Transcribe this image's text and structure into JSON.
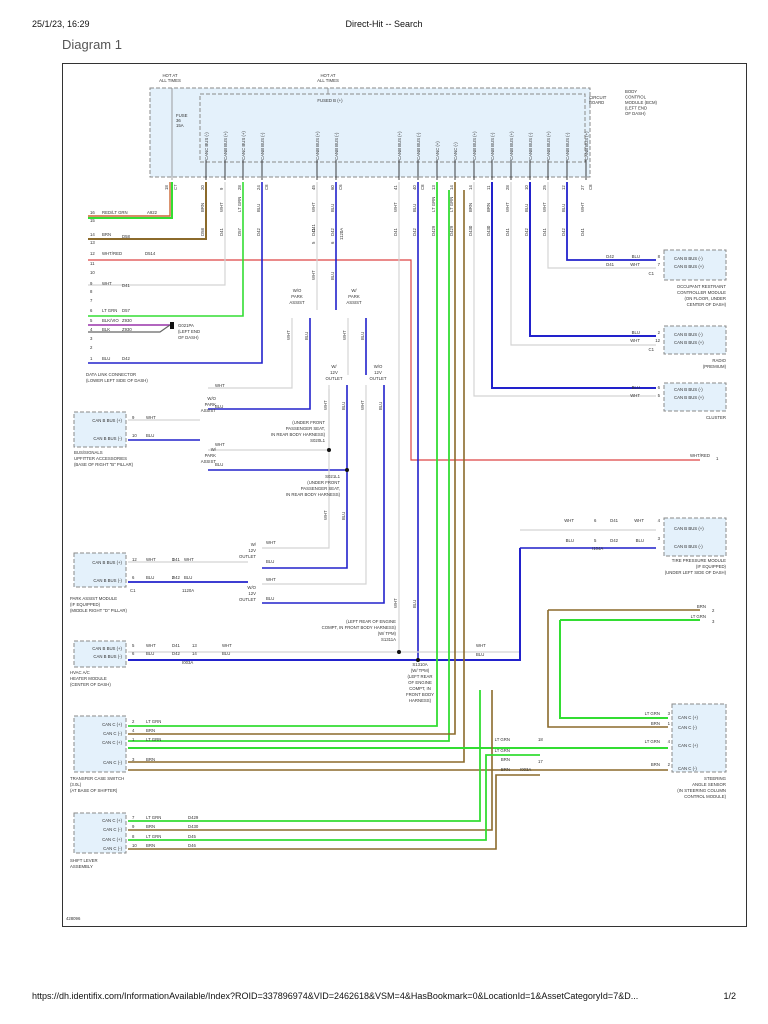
{
  "header": {
    "date": "25/1/23, 16:29",
    "title": "Direct-Hit -- Search"
  },
  "diagram_title": "Diagram 1",
  "footer": {
    "url": "https://dh.identifix.com/InformationAvailable/Index?ROID=337896974&VID=2462618&VSM=4&HasBookmark=0&LocationId=1&AssetCategoryId=7&D...",
    "page": "1/2"
  },
  "diagram_id": "428096",
  "colors": {
    "blu": "#2222cc",
    "wht": "#d4d4d4",
    "ltgrn": "#33dd33",
    "brn": "#8b6a2b",
    "red": "#dd4444",
    "blkvio": "#9933aa",
    "blk": "#666666",
    "module_fill": "#e4f1fb"
  },
  "bcm": {
    "hot_at_all_times_1": [
      "HOT AT",
      "ALL TIMES"
    ],
    "hot_at_all_times_2": [
      "HOT AT",
      "ALL TIMES"
    ],
    "fuse": [
      "FUSE",
      "36",
      "15A"
    ],
    "fused_b": "FUSED B (+)",
    "circuit_board": [
      "CIRCUIT",
      "BOARD"
    ],
    "name": [
      "BODY",
      "CONTROL",
      "MODULE (BCM)",
      "(LEFT END",
      "OF DASH)"
    ],
    "pins": [
      {
        "label": "CANC BUS (-)",
        "pin": "20",
        "color": "BRN",
        "circuit": "D58"
      },
      {
        "label": "CANB BUS (+)",
        "pin": "9",
        "color": "WHT",
        "circuit": "D41"
      },
      {
        "label": "CANC BUS (+)",
        "pin": "28",
        "color": "LT GRN",
        "circuit": "D57"
      },
      {
        "label": "CANB BUS (-)",
        "pin": "24",
        "color": "BLU",
        "circuit": "D42",
        "conn": "C8"
      },
      {
        "label": "CANB BUS (+)",
        "pin": "45",
        "color": "WHT",
        "circuit": "D41"
      },
      {
        "label": "CANB BUS (-)",
        "pin": "60",
        "color": "BLU",
        "circuit": "D42",
        "conn": "C6"
      },
      {
        "label": "CANB BUS (+)",
        "pin": "41",
        "color": "WHT",
        "circuit": "D41"
      },
      {
        "label": "CANB BUS (-)",
        "pin": "40",
        "color": "BLU",
        "circuit": "D42",
        "conn": "C8"
      },
      {
        "label": "CANC (+)",
        "pin": "13",
        "color": "LT GRN",
        "circuit": "D429"
      },
      {
        "label": "CANC (-)",
        "pin": "14",
        "color": "LT GRN",
        "circuit": "D429"
      },
      {
        "label": "CANB BUS (+)",
        "pin": "14",
        "color": "BRN",
        "circuit": "D430"
      },
      {
        "label": "CANB BUS (-)",
        "pin": "11",
        "color": "BRN",
        "circuit": "D430"
      },
      {
        "label": "CANB BUS (+)",
        "pin": "28",
        "color": "WHT",
        "circuit": "D41"
      },
      {
        "label": "CANB BUS (-)",
        "pin": "10",
        "color": "BLU",
        "circuit": "D42"
      },
      {
        "label": "CANB BUS (+)",
        "pin": "25",
        "color": "WHT",
        "circuit": "D41"
      },
      {
        "label": "CANB BUS (-)",
        "pin": "12",
        "color": "BLU",
        "circuit": "D42"
      },
      {
        "label": "CANB BUS (+)",
        "pin": "27",
        "color": "WHT",
        "circuit": "D41",
        "conn": "C8"
      }
    ],
    "fuse_pin": {
      "pin": "18",
      "conn": "C7"
    },
    "inline_45": {
      "pin": "5",
      "circuit": "D41"
    },
    "inline_60": {
      "pin": "6",
      "circuit": "D42",
      "conn": "1120A"
    }
  },
  "dlc": {
    "name": [
      "DATA LINK CONNECTOR",
      "(LOWER LEFT SIDE OF DASH)"
    ],
    "pins": [
      {
        "pin": "16",
        "color": "RED/LT GRN",
        "circuit": "A922"
      },
      {
        "pin": "15",
        "color": "",
        "circuit": ""
      },
      {
        "pin": "14",
        "color": "BRN",
        "circuit": "D58"
      },
      {
        "pin": "13",
        "color": "",
        "circuit": ""
      },
      {
        "pin": "12",
        "color": "WHT/RED",
        "circuit": "D514"
      },
      {
        "pin": "11",
        "color": "",
        "circuit": ""
      },
      {
        "pin": "10",
        "color": "",
        "circuit": ""
      },
      {
        "pin": "9",
        "color": "WHT",
        "circuit": "D41"
      },
      {
        "pin": "8",
        "color": "",
        "circuit": ""
      },
      {
        "pin": "7",
        "color": "",
        "circuit": ""
      },
      {
        "pin": "6",
        "color": "LT GRN",
        "circuit": "D57"
      },
      {
        "pin": "5",
        "color": "BLK/VIO",
        "circuit": "Z930"
      },
      {
        "pin": "4",
        "color": "BLK",
        "circuit": "Z930"
      },
      {
        "pin": "3",
        "color": "",
        "circuit": ""
      },
      {
        "pin": "2",
        "color": "",
        "circuit": ""
      },
      {
        "pin": "1",
        "color": "BLU",
        "circuit": "D42"
      }
    ],
    "ground": [
      "G021PA",
      "(LEFT END",
      "OF DASH)"
    ]
  },
  "occupant_restraint": {
    "pins": [
      {
        "label": "CAN B BUS (-)",
        "pin": "8",
        "color": "BLU",
        "circuit": "D42"
      },
      {
        "label": "CAN B BUS (+)",
        "pin": "7",
        "color": "WHT",
        "circuit": "D41"
      }
    ],
    "conn": "C1",
    "name": [
      "OCCUPANT RESTRAINT",
      "CONTROLLER MODULE",
      "(ON FLOOR, UNDER",
      "CENTER OF DASH)"
    ]
  },
  "radio": {
    "pins": [
      {
        "label": "CAN B BUS (-)",
        "pin": "2",
        "color": "BLU"
      },
      {
        "label": "CAN B BUS (+)",
        "pin": "12",
        "color": "WHT"
      }
    ],
    "conn": "C1",
    "name": [
      "RADIO",
      "(PREMIUM)"
    ]
  },
  "cluster": {
    "pins": [
      {
        "label": "CAN B BUS (-)",
        "pin": "6",
        "color": "BLU"
      },
      {
        "label": "CAN B BUS (+)",
        "pin": "5",
        "color": "WHT"
      }
    ],
    "name": [
      "CLUSTER"
    ]
  },
  "wht_red_out": {
    "color": "WHT/RED",
    "pin": "1"
  },
  "options": {
    "wo_park_assist": [
      "W/O",
      "PARK",
      "ASSIST"
    ],
    "w_park_assist": [
      "W/",
      "PARK",
      "ASSIST"
    ],
    "w_12v_outlet": [
      "W/",
      "12V",
      "OUTLET"
    ],
    "wo_12v_outlet": [
      "W/O",
      "12V",
      "OUTLET"
    ]
  },
  "bus_signals": {
    "pins": [
      {
        "label": "CAN B BUS (+)",
        "pin": "9",
        "color": "WHT"
      },
      {
        "label": "CAN B BUS (-)",
        "pin": "10",
        "color": "BLU"
      }
    ],
    "name": [
      "BUS/SIGNALS",
      "UPFITTER ACCESSORIES",
      "(BASE OF RIGHT \"B\" PILLAR)"
    ]
  },
  "splices": {
    "s020l1": [
      "(UNDER FRONT",
      "PASSENGER SEAT,",
      "IN REAR BODY HARNESS)",
      "S020L1"
    ],
    "s021l1": [
      "S021L1",
      "(UNDER FRONT",
      "PASSENGER SEAT,",
      "IN REAR BODY HARNESS)"
    ],
    "s1311a": [
      "(LEFT REAR OF ENGINE",
      "COMPT, IN FRONT BODY HARNESS)",
      "(W/ TPM)",
      "S1311A"
    ],
    "s1310a": [
      "S1310A",
      "(W/ TPM)",
      "(LEFT REAR",
      "OF ENGINE",
      "COMPT, IN",
      "FRONT BODY",
      "HARNESS)"
    ]
  },
  "park_assist_module": {
    "pins": [
      {
        "label": "CAN B BUS (+)",
        "pin": "12",
        "color": "WHT",
        "circuit": "D41",
        "inline_pin": "1"
      },
      {
        "label": "CAN B BUS (-)",
        "pin": "6",
        "color": "BLU",
        "circuit": "D42",
        "inline_pin": "2"
      }
    ],
    "conn": "C1",
    "inline_conn": "1120A",
    "name": [
      "PARK ASSIST MODULE",
      "(IF EQUIPPED)",
      "(MIDDLE RIGHT \"D\" PILLAR)"
    ]
  },
  "hvac": {
    "pins": [
      {
        "label": "CAN B BUS (+)",
        "pin": "5",
        "color": "WHT",
        "circuit": "D41",
        "inline_pin": "13"
      },
      {
        "label": "CAN B BUS (-)",
        "pin": "6",
        "color": "BLU",
        "circuit": "D42",
        "inline_pin": "14"
      }
    ],
    "inline_conn": "I003A",
    "name": [
      "HVAC A/C",
      "HEATER MODULE",
      "(CENTER OF DASH)"
    ]
  },
  "tire_pressure": {
    "pins": [
      {
        "label": "CAN B BUS (+)",
        "pin": "4",
        "color": "WHT",
        "circuit": "D41",
        "inline_pin": "6"
      },
      {
        "label": "CAN B BUS (-)",
        "pin": "3",
        "color": "BLU",
        "circuit": "D42",
        "inline_pin": "5"
      }
    ],
    "inline_conn": "I104A",
    "name": [
      "TIRE PRESSURE MODULE",
      "(IF EQUIPPED)",
      "(UNDER LEFT SIDE OF DASH)"
    ]
  },
  "right_mid": {
    "brn_pin": "2",
    "ltgrn_pin": "3",
    "brn": "BRN",
    "ltgrn": "LT GRN"
  },
  "steering": {
    "pins": [
      {
        "label": "CAN C (+)",
        "pin": "3",
        "color": "LT GRN"
      },
      {
        "label": "CAN C (-)",
        "pin": "1",
        "color": "BRN"
      },
      {
        "label": "CAN C (+)",
        "pin": "4",
        "color": "LT GRN"
      },
      {
        "label": "CAN C (-)",
        "pin": "2",
        "color": "BRN"
      }
    ],
    "inline": {
      "pin_a": "18",
      "pin_b": "17",
      "conn": "I003A"
    },
    "left_labels": [
      "LT GRN",
      "LT GRN",
      "BRN",
      "BRN"
    ],
    "name": [
      "STEERING",
      "ANGLE SENSOR",
      "(IN STEERING COLUMN",
      "CONTROL MODULE)"
    ]
  },
  "transfer_case": {
    "pins": [
      {
        "label": "CAN C (+)",
        "pin": "2",
        "color": "LT GRN"
      },
      {
        "label": "CAN C (-)",
        "pin": "4",
        "color": "BRN"
      },
      {
        "label": "CAN C (+)",
        "pin": "1",
        "color": "LT GRN"
      },
      {
        "label": "CAN C (-)",
        "pin": "3",
        "color": "BRN"
      }
    ],
    "name": [
      "TRANSFER CASE SWITCH",
      "(3.0L)",
      "(AT BASE OF SHIFTER)"
    ]
  },
  "shift_lever": {
    "pins": [
      {
        "label": "CAN C (+)",
        "pin": "7",
        "color": "LT GRN",
        "circuit": "D429"
      },
      {
        "label": "CAN C (-)",
        "pin": "9",
        "color": "BRN",
        "circuit": "D430"
      },
      {
        "label": "CAN C (+)",
        "pin": "8",
        "color": "LT GRN",
        "circuit": "D45"
      },
      {
        "label": "CAN C (-)",
        "pin": "10",
        "color": "BRN",
        "circuit": "D46"
      }
    ],
    "name": [
      "SHIFT LEVER",
      "ASSEMBLY"
    ]
  }
}
